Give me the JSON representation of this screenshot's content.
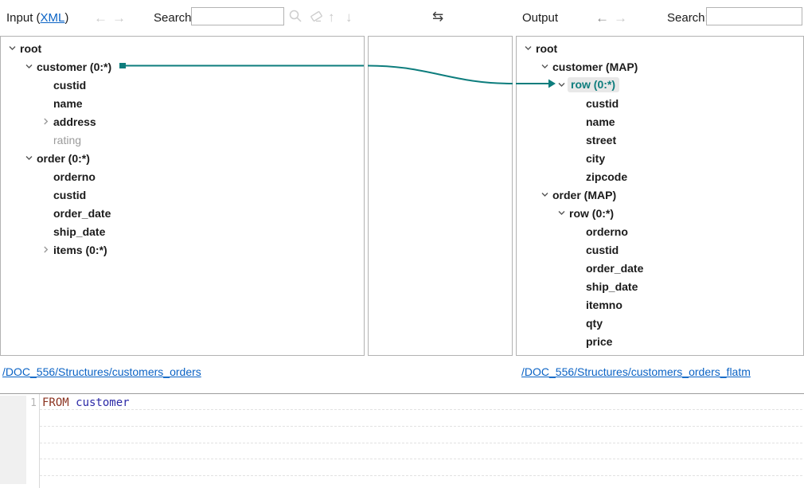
{
  "colors": {
    "accent_teal": "#0d7d7d",
    "link_blue": "#0b63c5",
    "keyword_red": "#8b3320",
    "identifier_blue": "#2b29a7"
  },
  "toolbar": {
    "input_title_prefix": "Input (",
    "input_title_link": "XML",
    "input_title_suffix": ")",
    "back_icon": "←",
    "forward_icon": "→",
    "search_label": "Search:",
    "search_value": "",
    "up_icon": "↑",
    "down_icon": "↓",
    "swap_icon": "⇆",
    "output_title": "Output",
    "output_back_icon": "←",
    "output_forward_icon": "→",
    "output_search_label": "Search:",
    "output_search_value": ""
  },
  "mapping": {
    "from": "customer (0:*)",
    "to": "row (0:*)"
  },
  "left_tree": {
    "nodes": [
      {
        "label": "root",
        "level": 0,
        "state": "expanded"
      },
      {
        "label": "customer (0:*)",
        "level": 1,
        "state": "expanded"
      },
      {
        "label": "custid",
        "level": 2,
        "state": "leaf"
      },
      {
        "label": "name",
        "level": 2,
        "state": "leaf"
      },
      {
        "label": "address",
        "level": 2,
        "state": "collapsed"
      },
      {
        "label": "rating",
        "level": 2,
        "state": "leaf",
        "muted": true
      },
      {
        "label": "order (0:*)",
        "level": 1,
        "state": "expanded"
      },
      {
        "label": "orderno",
        "level": 2,
        "state": "leaf"
      },
      {
        "label": "custid",
        "level": 2,
        "state": "leaf"
      },
      {
        "label": "order_date",
        "level": 2,
        "state": "leaf"
      },
      {
        "label": "ship_date",
        "level": 2,
        "state": "leaf"
      },
      {
        "label": "items (0:*)",
        "level": 2,
        "state": "collapsed"
      }
    ]
  },
  "right_tree": {
    "nodes": [
      {
        "label": "root",
        "level": 0,
        "state": "expanded"
      },
      {
        "label": "customer (MAP)",
        "level": 1,
        "state": "expanded"
      },
      {
        "label": "row (0:*)",
        "level": 2,
        "state": "expanded",
        "selected": true
      },
      {
        "label": "custid",
        "level": 3,
        "state": "leaf"
      },
      {
        "label": "name",
        "level": 3,
        "state": "leaf"
      },
      {
        "label": "street",
        "level": 3,
        "state": "leaf"
      },
      {
        "label": "city",
        "level": 3,
        "state": "leaf"
      },
      {
        "label": "zipcode",
        "level": 3,
        "state": "leaf"
      },
      {
        "label": "order (MAP)",
        "level": 1,
        "state": "expanded"
      },
      {
        "label": "row (0:*)",
        "level": 2,
        "state": "expanded"
      },
      {
        "label": "orderno",
        "level": 3,
        "state": "leaf"
      },
      {
        "label": "custid",
        "level": 3,
        "state": "leaf"
      },
      {
        "label": "order_date",
        "level": 3,
        "state": "leaf"
      },
      {
        "label": "ship_date",
        "level": 3,
        "state": "leaf"
      },
      {
        "label": "itemno",
        "level": 3,
        "state": "leaf"
      },
      {
        "label": "qty",
        "level": 3,
        "state": "leaf"
      },
      {
        "label": "price",
        "level": 3,
        "state": "leaf"
      }
    ]
  },
  "footer": {
    "left_link": "/DOC_556/Structures/customers_orders",
    "right_link": "/DOC_556/Structures/customers_orders_flatm"
  },
  "editor": {
    "lines": [
      {
        "number": "1",
        "tokens": [
          {
            "t": "FROM",
            "c": "keyword"
          },
          {
            "t": " customer",
            "c": "identifier"
          }
        ]
      }
    ]
  }
}
